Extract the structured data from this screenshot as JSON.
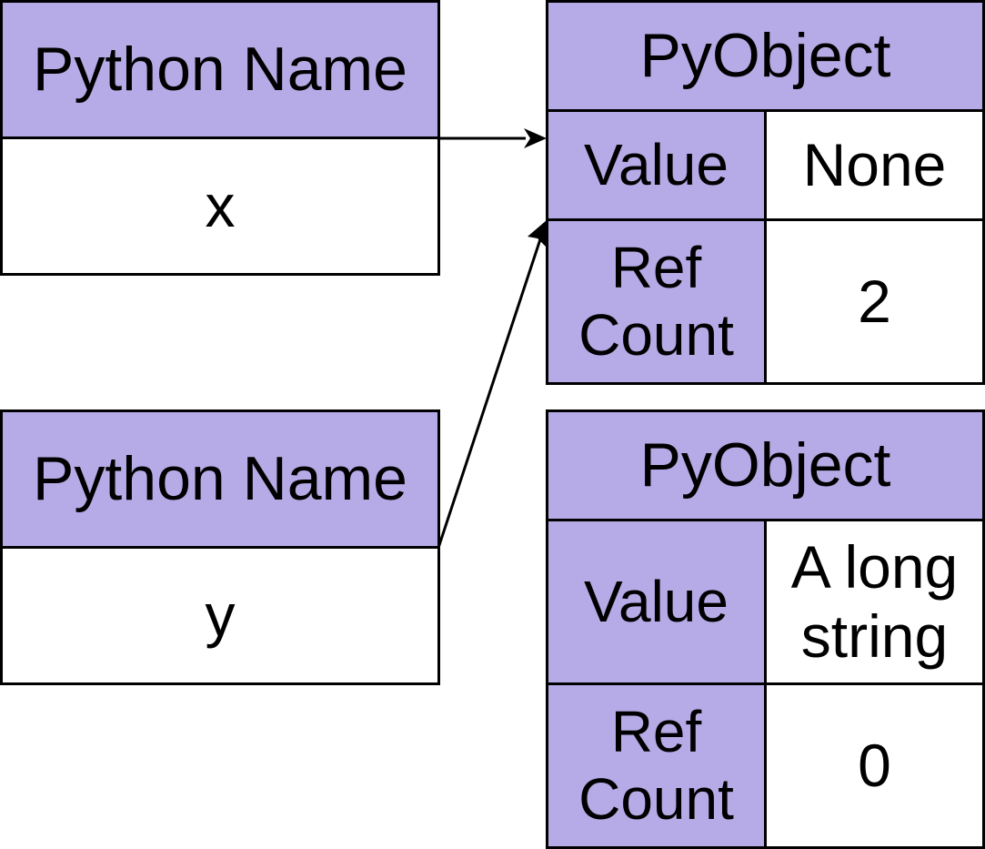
{
  "names": [
    {
      "header": "Python Name",
      "value": "x"
    },
    {
      "header": "Python Name",
      "value": "y"
    }
  ],
  "objects": [
    {
      "header": "PyObject",
      "value_label": "Value",
      "value": "None",
      "refcount_label": "Ref Count",
      "refcount": "2"
    },
    {
      "header": "PyObject",
      "value_label": "Value",
      "value": "A long string",
      "refcount_label": "Ref Count",
      "refcount": "0"
    }
  ],
  "colors": {
    "header_fill": "#b6abe6",
    "cell_fill": "#ffffff",
    "stroke": "#000000"
  }
}
